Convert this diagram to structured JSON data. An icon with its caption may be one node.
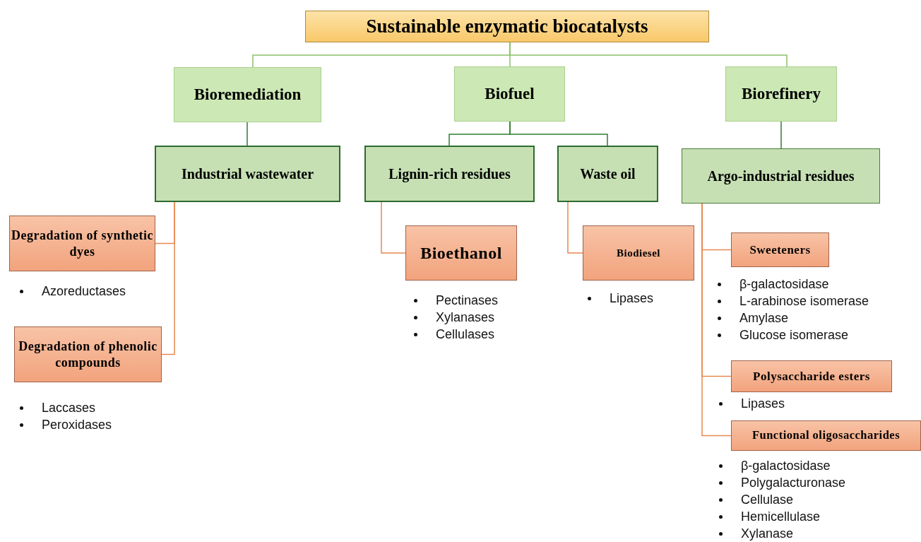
{
  "diagram": {
    "nodes": [
      {
        "text": [
          "Sustainable enzymatic biocatalysts"
        ]
      },
      {
        "text": [
          "Bioremediation"
        ]
      },
      {
        "text": [
          "Biofuel"
        ]
      },
      {
        "text": [
          "Biorefinery"
        ]
      },
      {
        "text": [
          "Industrial wastewater"
        ]
      },
      {
        "text": [
          "Lignin-rich residues"
        ]
      },
      {
        "text": [
          "Waste oil"
        ]
      },
      {
        "text": [
          "Argo-industrial residues"
        ]
      },
      {
        "text": [
          "Degradation of synthetic dyes"
        ],
        "beside": [
          "Azoreductases"
        ]
      },
      {
        "text": [
          "Degradation of phenolic compounds"
        ],
        "beside": [
          "Laccases",
          "Peroxidases"
        ]
      },
      {
        "text": [
          "Bioethanol"
        ],
        "beside": [
          "Pectinases",
          "Xylanases",
          "Cellulases"
        ]
      },
      {
        "text": [
          "Biodiesel"
        ],
        "beside": [
          "Lipases"
        ]
      },
      {
        "text": [
          "Sweeteners"
        ],
        "beside": [
          "β-galactosidase",
          "L-arabinose isomerase",
          "Amylase",
          "Glucose isomerase"
        ]
      },
      {
        "text": [
          "Polysaccharide esters"
        ],
        "beside": [
          "Lipases"
        ]
      },
      {
        "text": [
          "Functional oligosaccharides"
        ],
        "beside": [
          "β-galactosidase",
          "Polygalacturonase",
          "Cellulase",
          "Hemicellulase",
          "Xylanase"
        ]
      }
    ],
    "edges": [
      {
        "from": 0,
        "to": 1,
        "arrow": "none",
        "color": "#8cc06a"
      },
      {
        "from": 0,
        "to": 2,
        "arrow": "none",
        "color": "#8cc06a"
      },
      {
        "from": 0,
        "to": 3,
        "arrow": "none",
        "color": "#8cc06a"
      },
      {
        "from": 1,
        "to": 4,
        "arrow": "none",
        "color": "#2e7d32"
      },
      {
        "from": 2,
        "to": 5,
        "arrow": "none",
        "color": "#2e7d32"
      },
      {
        "from": 2,
        "to": 6,
        "arrow": "none",
        "color": "#2e7d32"
      },
      {
        "from": 3,
        "to": 7,
        "arrow": "none",
        "color": "#2e7d32"
      },
      {
        "from": 4,
        "to": 8,
        "arrow": "none",
        "color": "#e8884f"
      },
      {
        "from": 4,
        "to": 9,
        "arrow": "none",
        "color": "#e8884f"
      },
      {
        "from": 5,
        "to": 10,
        "arrow": "none",
        "color": "#e8884f"
      },
      {
        "from": 6,
        "to": 11,
        "arrow": "none",
        "color": "#e8884f"
      },
      {
        "from": 7,
        "to": 12,
        "arrow": "none",
        "color": "#e8884f"
      },
      {
        "from": 7,
        "to": 13,
        "arrow": "none",
        "color": "#e8884f"
      },
      {
        "from": 7,
        "to": 14,
        "arrow": "none",
        "color": "#e8884f"
      }
    ]
  }
}
